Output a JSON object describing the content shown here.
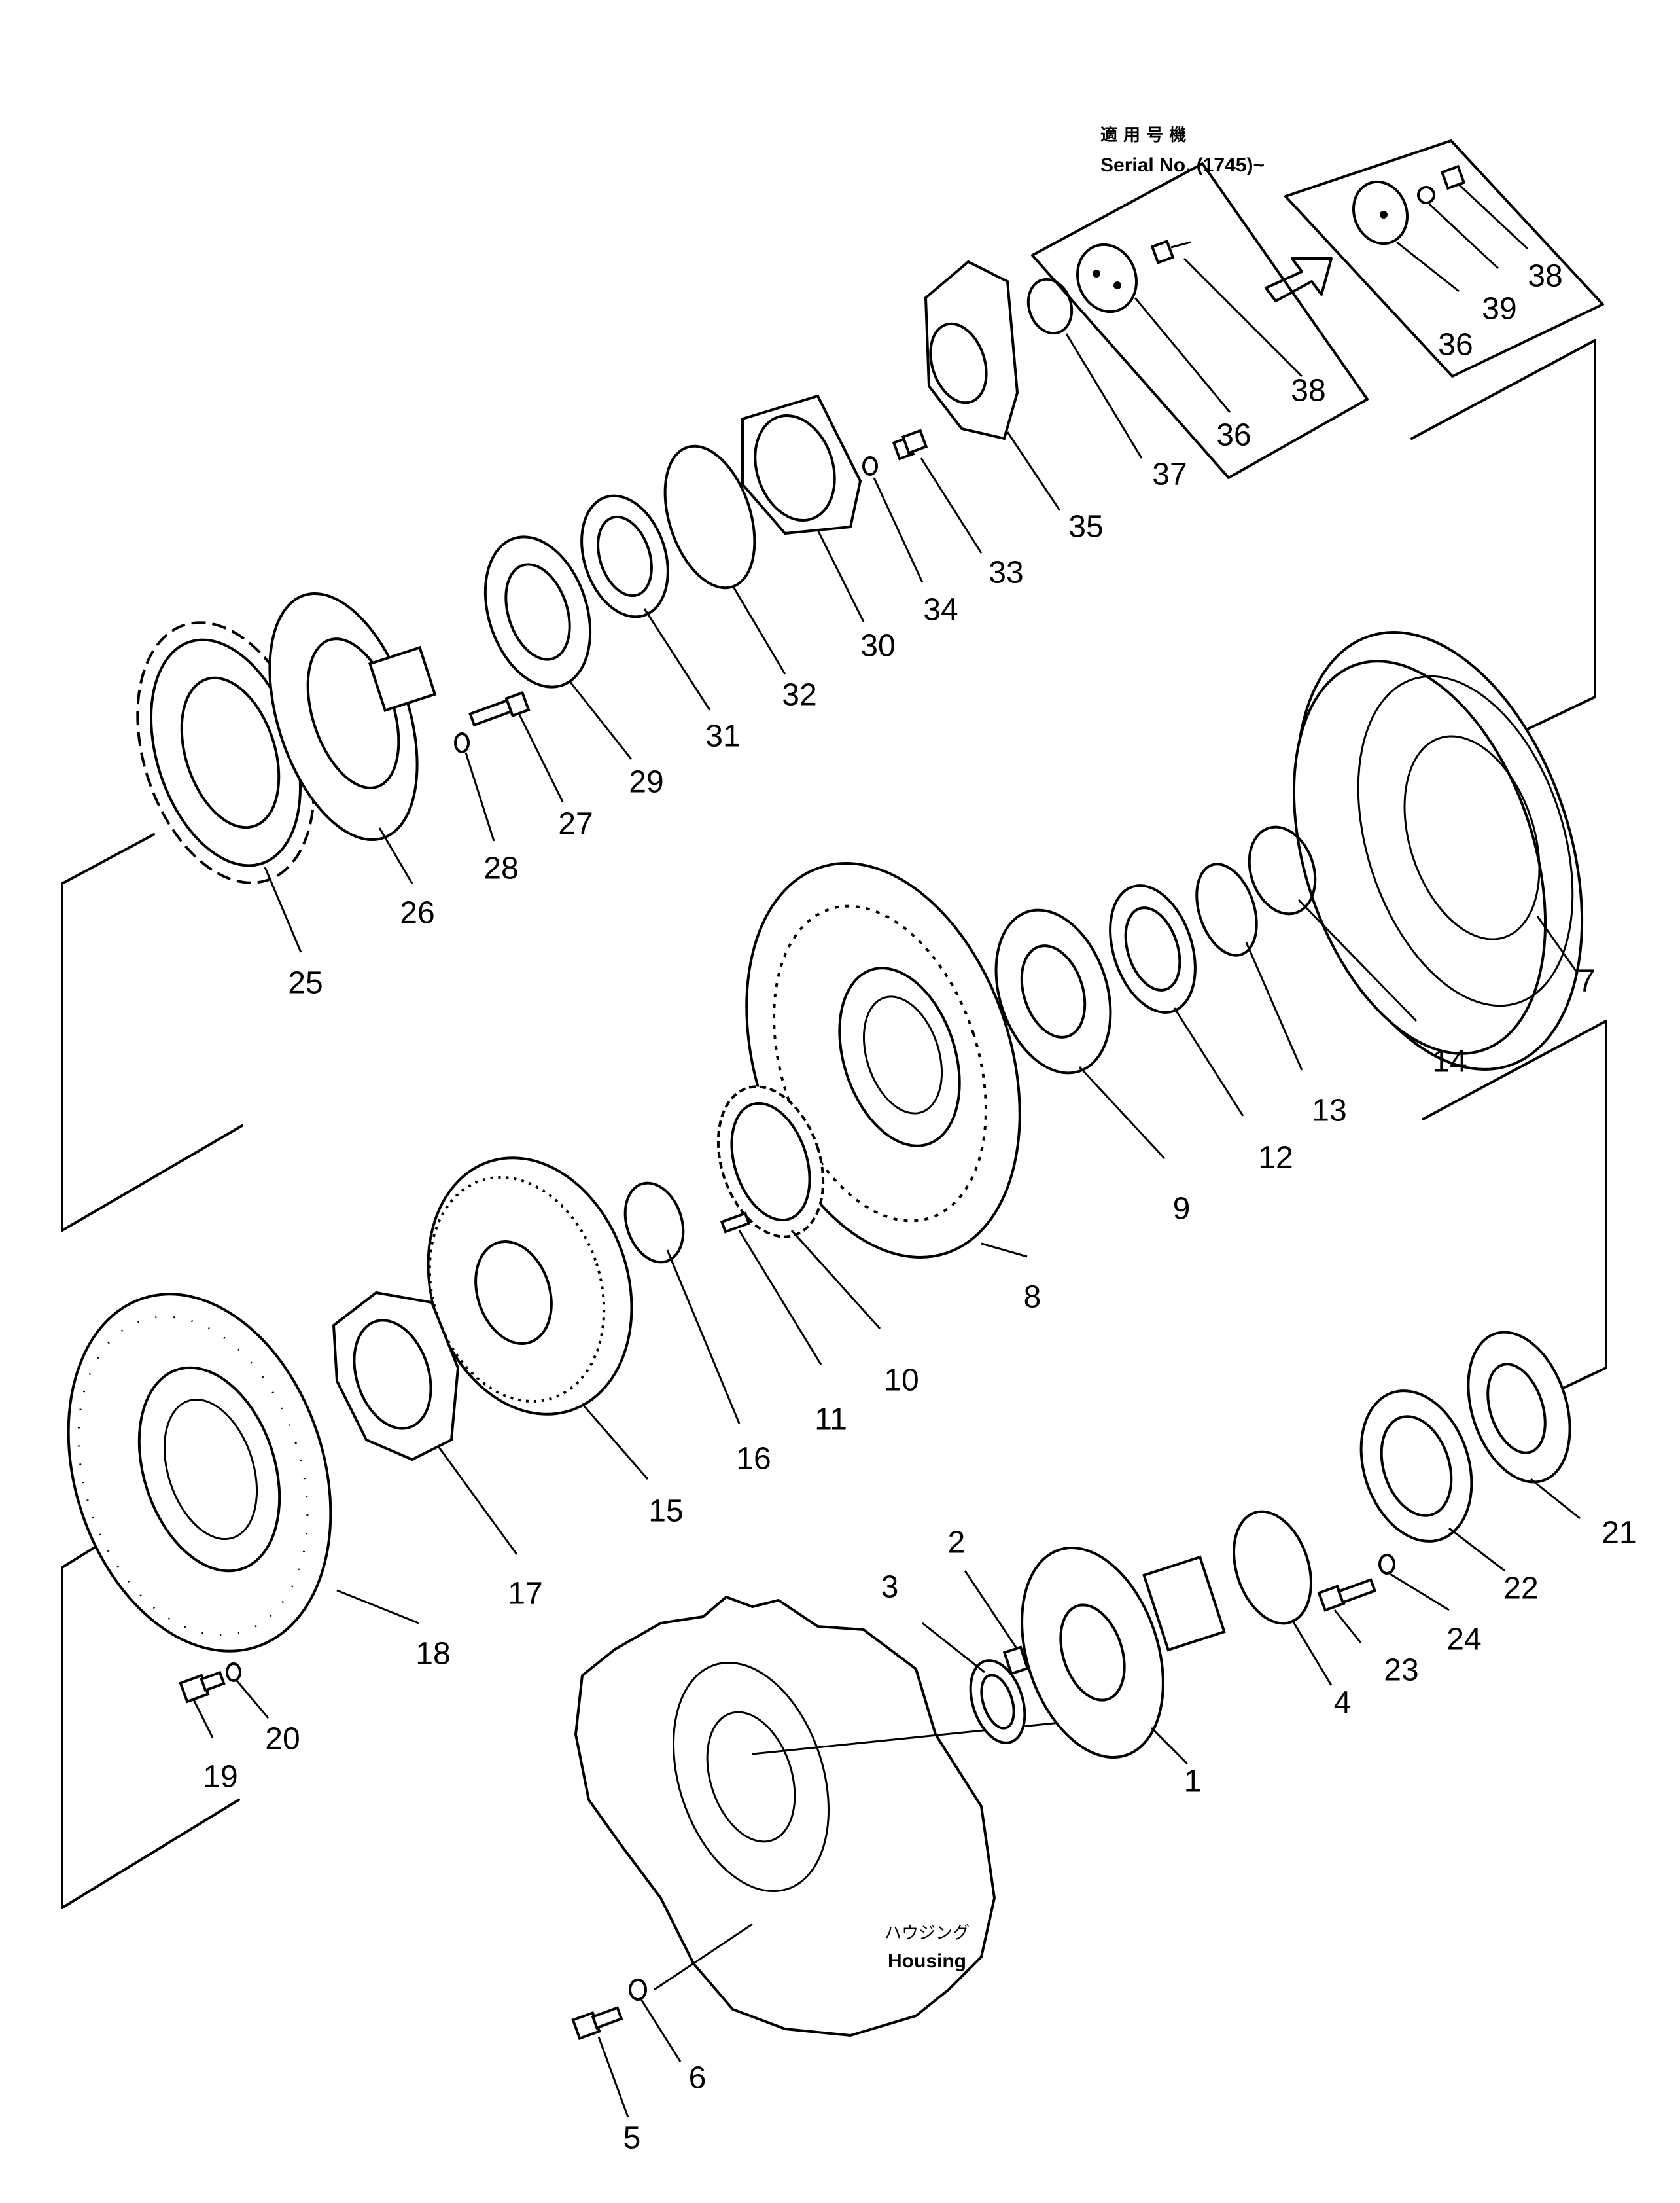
{
  "callout": {
    "serial_jp": "適 用 号 機",
    "serial_en": "Serial No. (1745)~"
  },
  "housing": {
    "label_jp": "ハウジング",
    "label_en": "Housing"
  },
  "parts": [
    "1",
    "2",
    "3",
    "4",
    "5",
    "6",
    "7",
    "8",
    "9",
    "10",
    "11",
    "12",
    "13",
    "14",
    "15",
    "16",
    "17",
    "18",
    "19",
    "20",
    "21",
    "22",
    "23",
    "24",
    "25",
    "26",
    "27",
    "28",
    "29",
    "30",
    "31",
    "32",
    "33",
    "34",
    "35",
    "36",
    "37",
    "38",
    "39"
  ],
  "inset_labels": [
    "36",
    "38",
    "36",
    "39",
    "38"
  ]
}
